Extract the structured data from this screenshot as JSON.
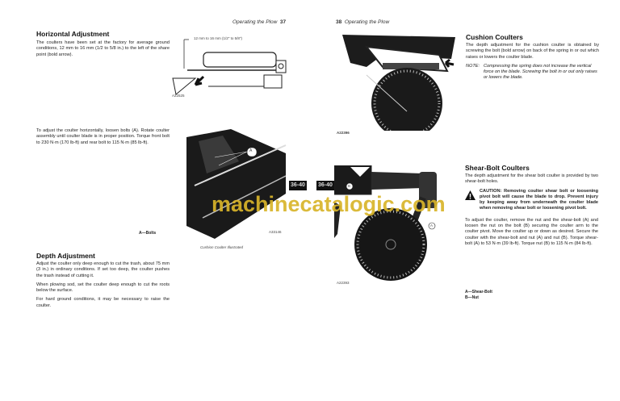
{
  "left_page": {
    "header": {
      "title": "Operating the Plow",
      "page_number": "37"
    },
    "horizontal_adjustment": {
      "heading": "Horizontal Adjustment",
      "paragraph": "The coulters have been set at the factory for average ground conditions, 12 mm to 16 mm (1/2 to 5/8 in.) to the left of the share point (bold arrow).",
      "figure": {
        "dimension_label": "12 mm to 16 mm (1/2\" to 5/8\")",
        "figure_id": "A22525"
      }
    },
    "bolts_section": {
      "paragraph": "To adjust the coulter horizontally, loosen bolts (A). Rotate coulter assembly until coulter blade is in proper position. Torque front bolt to 230 N·m (170 lb-ft) and rear bolt to 115 N·m (85 lb-ft).",
      "legend": "A—Bolts",
      "figure": {
        "callout": "A",
        "figure_id": "A33146",
        "caption": "Cushion Coulter Illustrated"
      }
    },
    "depth_adjustment": {
      "heading": "Depth Adjustment",
      "paragraphs": [
        "Adjust the coulter only deep enough to cut the trash, about 75 mm (3 in.) in ordinary conditions. If set too deep, the coulter pushes the trash instead of cutting it.",
        "When plowing sod, set the coulter deep enough to cut the roots below the surface.",
        "For hard ground conditions, it may be necessary to raise the coulter."
      ]
    }
  },
  "right_page": {
    "header": {
      "page_number": "38",
      "title": "Operating the Plow"
    },
    "cushion_coulters": {
      "heading": "Cushion Coulters",
      "paragraph": "The depth adjustment for the cushion coulter is obtained by screwing the bolt (bold arrow) on back of the spring in or out which raises or lowers the coulter blade.",
      "note_label": "NOTE:",
      "note": "Compressing the spring does not increase the vertical force on the blade. Screwing the bolt in or out only raises or lowers the blade.",
      "figure": {
        "figure_id": "A22396"
      }
    },
    "shear_bolt_coulters": {
      "heading": "Shear-Bolt Coulters",
      "paragraph": "The depth adjustment for the shear bolt coulter is provided by two shear-bolt holes.",
      "caution": "CAUTION: Removing coulter shear bolt or loosening pivot bolt will cause the blade to drop. Prevent injury by keeping away from underneath the coulter blade when removing shear bolt or loosening pivot bolt.",
      "paragraph2": "To adjust the coulter, remove the nut and the shear-bolt (A) and loosen the nut on the bolt (B) securing the coulter arm to the coulter pivot. Move the coulter up or down as desired. Secure the coulter with the shear-bolt and nut (A) and nut (B). Torque shear-bolt (A) to 53 N·m (39 lb-ft). Torque nut (B) to 115 N·m (84 lb-ft).",
      "legend": [
        "A—Shear-Bolt",
        "B—Nut"
      ],
      "figure": {
        "callouts": [
          "A",
          "B"
        ],
        "figure_id": "A22393"
      }
    }
  },
  "page_tabs": [
    "36-40",
    "36-40"
  ],
  "watermark": "machinecatalogic.com"
}
